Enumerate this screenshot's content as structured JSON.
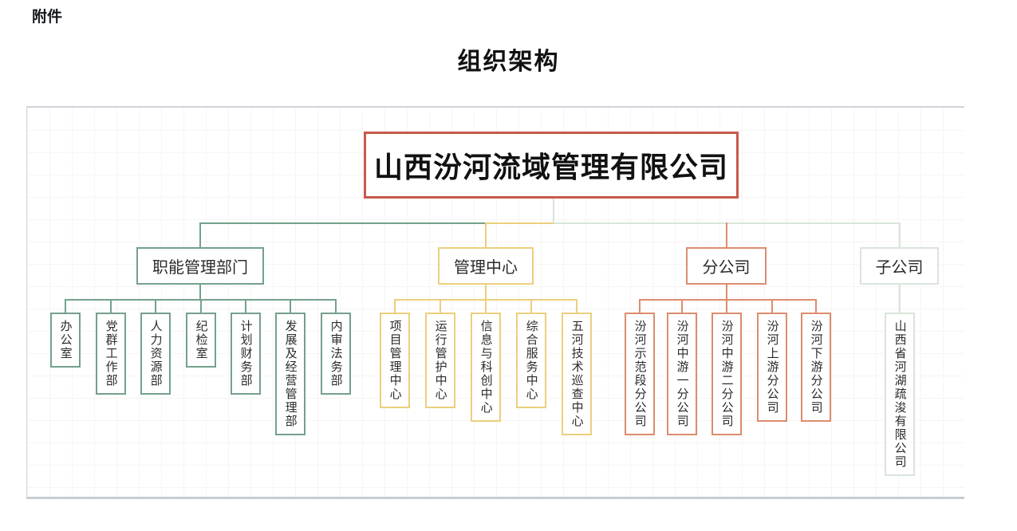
{
  "page": {
    "attachment_label": "附件",
    "title": "组织架构"
  },
  "org": {
    "root": {
      "label": "山西汾河流域管理有限公司",
      "border_color": "#c8594b"
    },
    "branches": [
      {
        "label": "职能管理部门",
        "color": "#74a18c",
        "children": [
          "办公室",
          "党群工作部",
          "人力资源部",
          "纪检室",
          "计划财务部",
          "发展及经营管理部",
          "内审法务部"
        ]
      },
      {
        "label": "管理中心",
        "color": "#ebcf7d",
        "children": [
          "项目管理中心",
          "运行管护中心",
          "信息与科创中心",
          "综合服务中心",
          "五河技术巡查中心"
        ]
      },
      {
        "label": "分公司",
        "color": "#dd8c6e",
        "children": [
          "汾河示范段分公司",
          "汾河中游一分公司",
          "汾河中游二分公司",
          "汾河上游分公司",
          "汾河下游分公司"
        ]
      },
      {
        "label": "子公司",
        "color": "#d9e5da",
        "children": [
          "山西省河湖疏浚有限公司"
        ]
      }
    ]
  }
}
